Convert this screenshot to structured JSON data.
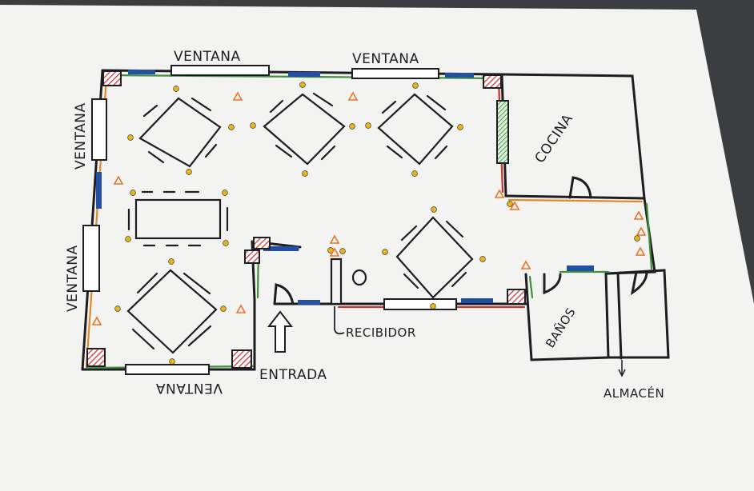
{
  "labels": {
    "ventana": "VENTANA",
    "cocina": "COCINA",
    "entrada": "ENTRADA",
    "recibidor": "RECIBIDOR",
    "banos": "BAÑOS",
    "almacen": "ALMACÉN"
  },
  "colors": {
    "paper": "#f3f3f1",
    "background": "#3b3d40",
    "ink": "#1e1e22",
    "window_mark": "#234fa0",
    "wall_green": "#3f8f3b",
    "wall_orange": "#e0892b",
    "wall_red": "#c7322b",
    "lamp_yellow": "#e8b51a",
    "smoke_detector": "#e8742a",
    "column_hatch": "#d1302f",
    "window_green": "#4f9e52"
  },
  "icons": {
    "lamp": "light-point-icon",
    "detector": "triangle-detector-icon",
    "column": "hatched-column-icon",
    "entrance_arrow": "up-arrow-icon"
  }
}
